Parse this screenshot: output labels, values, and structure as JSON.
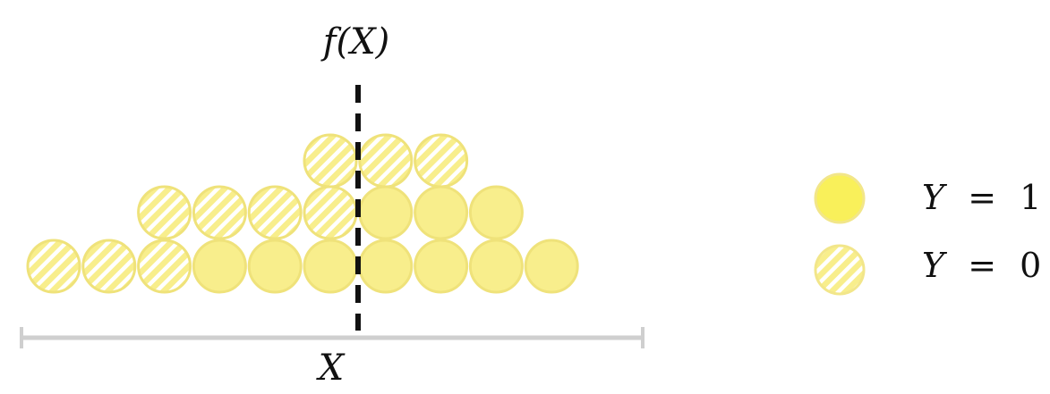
{
  "threshold_label": "f(X)",
  "axis_label": "X",
  "legend": {
    "items": [
      {
        "key": "positive",
        "var": "Y",
        "eq": "=",
        "val": "1"
      },
      {
        "key": "negative",
        "var": "Y",
        "eq": "=",
        "val": "0"
      }
    ]
  },
  "colors": {
    "positive_fill": "#F8EE8C",
    "positive_stroke": "#EFE27A",
    "legend_positive_fill": "#F9F05A",
    "stripe": "#FFFFFF",
    "axis": "#CFCFCF",
    "threshold": "#111111"
  },
  "rows": [
    [
      "negative",
      "negative",
      "negative",
      "positive",
      "positive",
      "positive",
      "positive",
      "positive",
      "positive",
      "positive"
    ],
    [
      "",
      "",
      "negative",
      "negative",
      "negative",
      "negative",
      "positive",
      "positive",
      "positive",
      ""
    ],
    [
      "",
      "",
      "",
      "",
      "",
      "negative",
      "negative",
      "negative",
      "",
      ""
    ]
  ],
  "threshold_position_index": 5.5
}
